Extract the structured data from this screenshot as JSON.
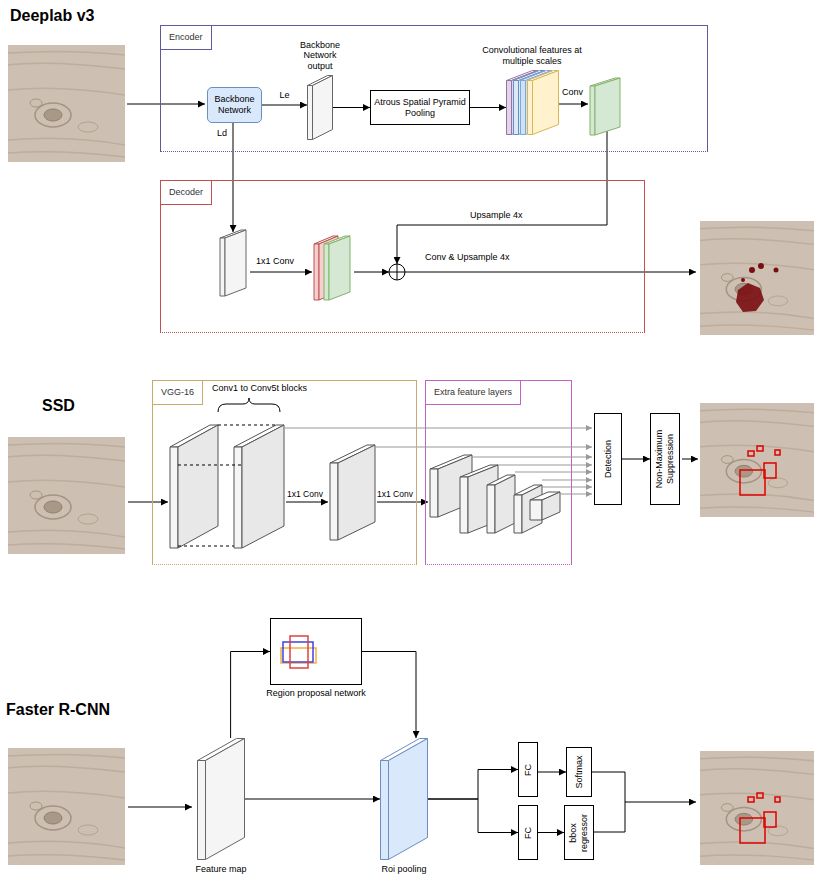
{
  "diagram": {
    "nodes": [
      {
        "text": [
          "Encoder"
        ]
      },
      {
        "text": [
          "Backbone Network"
        ],
        "in": 0
      },
      {
        "text": [
          "Backbone Network output"
        ],
        "in": 0
      },
      {
        "text": [
          "Atrous Spatial Pyramid Pooling"
        ],
        "in": 0
      },
      {
        "text": [
          "Convolutional features at multiple scales"
        ],
        "in": 0
      },
      {
        "text": [
          "Decoder"
        ]
      },
      {
        "text": [
          "VGG-16"
        ]
      },
      {
        "text": [
          "Extra feature layers"
        ]
      },
      {
        "text": [
          "Detection"
        ]
      },
      {
        "text": [
          "Non-Maximum Suppression"
        ]
      },
      {
        "text": [
          "Feature map"
        ]
      },
      {
        "text": [
          "Region proposal network"
        ]
      },
      {
        "text": [
          "Roi pooling"
        ]
      },
      {
        "text": [
          "FC"
        ]
      },
      {
        "text": [
          "FC"
        ]
      },
      {
        "text": [
          "Softmax"
        ]
      },
      {
        "text": [
          "bbox regressor"
        ]
      }
    ],
    "edges": [
      {
        "from": 1,
        "to": 2,
        "arrow": "to",
        "label": "Le"
      },
      {
        "from": 2,
        "to": 3,
        "arrow": "to"
      },
      {
        "from": 3,
        "to": 4,
        "arrow": "to"
      },
      {
        "from": 8,
        "to": 9,
        "arrow": "to"
      },
      {
        "from": 10,
        "to": 11,
        "arrow": "to"
      },
      {
        "from": 11,
        "to": 12,
        "arrow": "to"
      },
      {
        "from": 10,
        "to": 12,
        "arrow": "to"
      },
      {
        "from": 12,
        "to": 13,
        "arrow": "to"
      },
      {
        "from": 12,
        "to": 14,
        "arrow": "to"
      },
      {
        "from": 13,
        "to": 15,
        "arrow": "to"
      },
      {
        "from": 14,
        "to": 16,
        "arrow": "to"
      }
    ],
    "labels": [
      "Deeplab v3",
      "Conv",
      "Ld",
      "Upsample 4x",
      "1x1 Conv",
      "Conv & Upsample 4x",
      "SSD",
      "Conv1 to Conv5t blocks",
      "1x1 Conv",
      "1x1 Conv",
      "Faster R-CNN"
    ]
  }
}
